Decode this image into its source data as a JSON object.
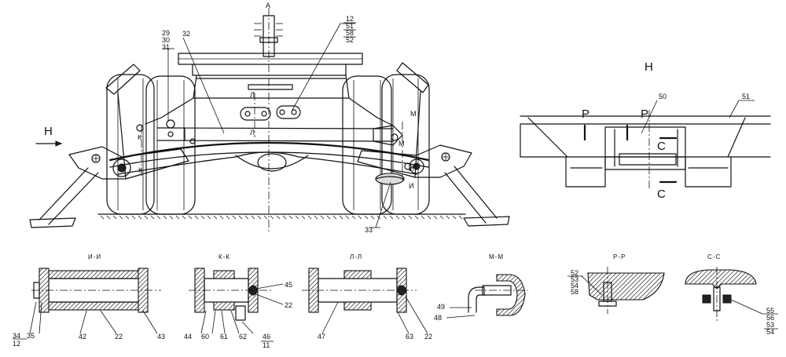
{
  "main_view": {
    "label_a": "А",
    "label_h_arrow": "Н",
    "callouts": {
      "c29": "29",
      "c30": "30",
      "c31": "31",
      "c32": "32",
      "c12": "12",
      "c51": "51",
      "c58": "58",
      "c52": "52",
      "c33": "33"
    },
    "cut_marks": {
      "k_top": "К",
      "k_bottom": "К",
      "l_top": "Л",
      "l_mid": "Л",
      "m_top": "М",
      "m_bottom": "М",
      "i_top": "И",
      "i_bottom": "И"
    }
  },
  "view_h": {
    "title": "Н",
    "callout_50": "50",
    "callout_51": "51",
    "p_left": "Р",
    "p_right": "Р",
    "c_top": "С",
    "c_bottom": "С"
  },
  "sections": {
    "ii": {
      "title": "И-И",
      "labels": [
        "34",
        "35",
        "12",
        "42",
        "22",
        "43"
      ]
    },
    "kk": {
      "title": "К-К",
      "labels": [
        "45",
        "22",
        "44",
        "60",
        "61",
        "62",
        "46",
        "11"
      ]
    },
    "ll": {
      "title": "Л-Л",
      "labels": [
        "47",
        "63",
        "22"
      ]
    },
    "mm": {
      "title": "М-М",
      "labels": [
        "49",
        "48"
      ]
    },
    "pp": {
      "title": "Р-Р",
      "labels": [
        "52",
        "53",
        "54",
        "58"
      ]
    },
    "cc": {
      "title": "С-С",
      "labels": [
        "55",
        "56",
        "53",
        "54"
      ]
    }
  }
}
